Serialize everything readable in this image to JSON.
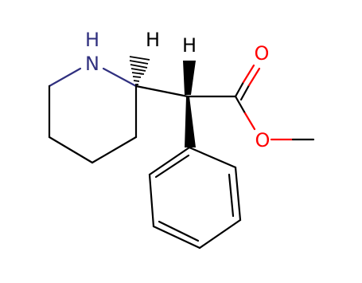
{
  "molecule": {
    "atoms": {
      "nitrogen": {
        "symbol": "N",
        "hydrogen": "H"
      },
      "stereo_h_1": "H",
      "stereo_h_2": "H",
      "carbonyl_oxygen": "O",
      "ester_oxygen": "O"
    },
    "colors": {
      "bond": "#000000",
      "nitrogen": "#30307f",
      "oxygen": "#ff0000",
      "hydrogen": "#000000",
      "background": "#ffffff"
    }
  }
}
